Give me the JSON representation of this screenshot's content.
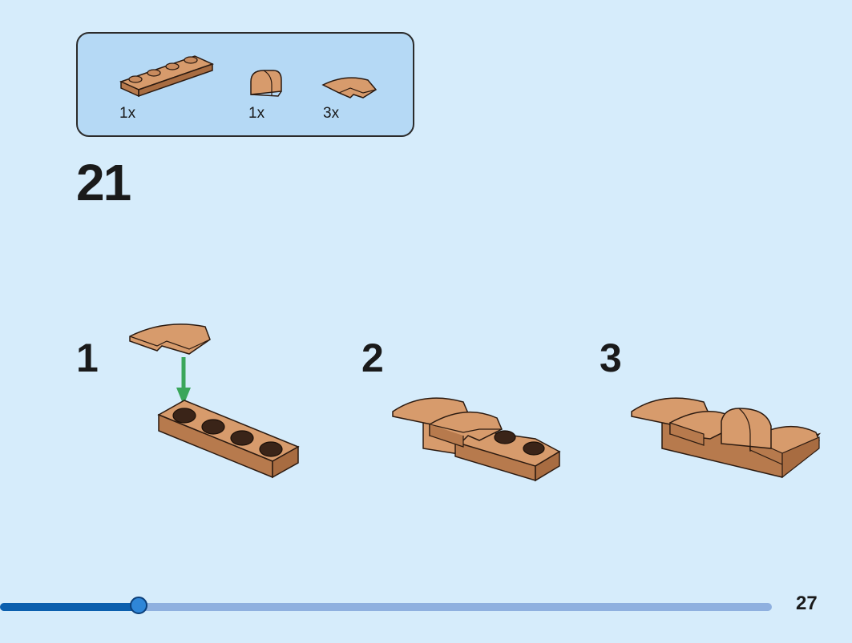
{
  "parts_list": {
    "items": [
      {
        "icon": "plate-1x4-icon",
        "qty": "1x",
        "color": "#c98b5e"
      },
      {
        "icon": "curved-brick-icon",
        "qty": "1x",
        "color": "#c98b5e"
      },
      {
        "icon": "curved-slope-icon",
        "qty": "3x",
        "color": "#c98b5e"
      }
    ]
  },
  "step": {
    "number": "21"
  },
  "substeps": [
    {
      "number": "1"
    },
    {
      "number": "2"
    },
    {
      "number": "3"
    }
  ],
  "progress": {
    "fraction": 0.18
  },
  "page": {
    "number": "27"
  },
  "colors": {
    "background": "#d6ecfb",
    "parts_box": "#b5d9f5",
    "brick": "#c98b5e",
    "arrow": "#3aa65a",
    "progress_fill": "#0b5fae",
    "progress_track": "#8fb0df"
  }
}
